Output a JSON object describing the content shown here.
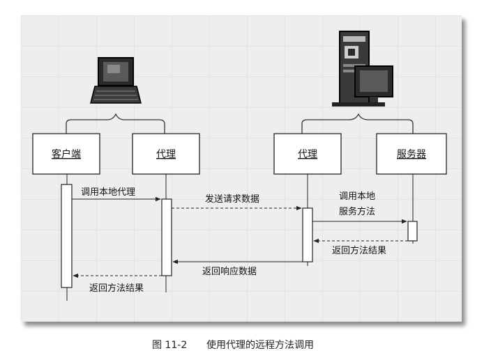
{
  "participants": {
    "client": "客户端",
    "client_proxy": "代理",
    "server_proxy": "代理",
    "server": "服务器"
  },
  "messages": {
    "call_local_proxy": "调用本地代理",
    "send_request": "发送请求数据",
    "call_local_line1": "调用本地",
    "call_local_line2": "服务方法",
    "return_result_server": "返回方法结果",
    "return_response": "返回响应数据",
    "return_result_client": "返回方法结果"
  },
  "caption": {
    "figure_number": "图 11-2",
    "title": "使用代理的远程方法调用"
  }
}
